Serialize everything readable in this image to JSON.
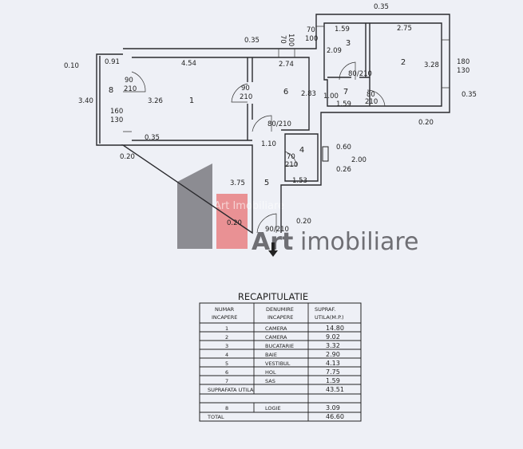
{
  "plan": {
    "rooms": [
      "1",
      "2",
      "3",
      "4",
      "5",
      "6",
      "7",
      "8"
    ],
    "dims": {
      "top_right_wall": "0.35",
      "top_wall": "0.35",
      "left_offset": "0.10",
      "loggia_width": "0.91",
      "room1_width": "4.54",
      "room6_width": "2.74",
      "room3_width": "1.59",
      "room2_width": "2.75",
      "loggia_height": "3.40",
      "room1_height": "3.26",
      "room6_height": "2.83",
      "room3_height": "2.09",
      "room2_height": "3.28",
      "sas_height": "1.00",
      "sas_width": "1.59",
      "right_wall": "0.35",
      "bottom_right_wall": "0.20",
      "room1_bottom_wall": "0.35",
      "bottom_left_wall": "0.20",
      "hall_width": "1.10",
      "hall_height": "3.75",
      "bath_width": "1.53",
      "bath_height": "2.00",
      "duct_a": "0.60",
      "duct_b": "0.26",
      "entry_wall_left": "0.20",
      "entry_wall_right": "0.20"
    },
    "openings": {
      "window_top": [
        "70",
        "100"
      ],
      "window_kitchen": [
        "70",
        "100"
      ],
      "window_room2": [
        "180",
        "130"
      ],
      "window_loggia": [
        "160",
        "130"
      ],
      "door_loggia": [
        "90",
        "210"
      ],
      "door_room1": [
        "90",
        "210"
      ],
      "door_hall": [
        "80",
        "210"
      ],
      "door_kitchen": [
        "80",
        "210"
      ],
      "door_room2": [
        "80",
        "210"
      ],
      "door_bath": [
        "70",
        "210"
      ],
      "door_entry": [
        "90",
        "210"
      ]
    }
  },
  "watermark": {
    "text_small": "Art Imobiliare",
    "brand_a": "Art",
    "brand_b": "imobiliare",
    "gray": "#6f6f74",
    "red": "#e8868a"
  },
  "table": {
    "title": "RECAPITULATIE",
    "headers": [
      [
        "NUMAR",
        "INCAPERE"
      ],
      [
        "DENUMIRE",
        "INCAPERE"
      ],
      [
        "SUPRAF.",
        "UTILA(M.P.)"
      ]
    ],
    "rows": [
      {
        "nr": "1",
        "name": "CAMERA",
        "area": "14.80"
      },
      {
        "nr": "2",
        "name": "CAMERA",
        "area": "9.02"
      },
      {
        "nr": "3",
        "name": "BUCATARIE",
        "area": "3.32"
      },
      {
        "nr": "4",
        "name": "BAIE",
        "area": "2.90"
      },
      {
        "nr": "5",
        "name": "VESTIBUL",
        "area": "4.13"
      },
      {
        "nr": "6",
        "name": "HOL",
        "area": "7.75"
      },
      {
        "nr": "7",
        "name": "SAS",
        "area": "1.59"
      }
    ],
    "subtotal": {
      "label": "SUPRAFATA UTILA",
      "area": "43.51"
    },
    "logia": {
      "nr": "8",
      "name": "LOGIE",
      "area": "3.09"
    },
    "total": {
      "label": "TOTAL",
      "area": "46.60"
    }
  }
}
